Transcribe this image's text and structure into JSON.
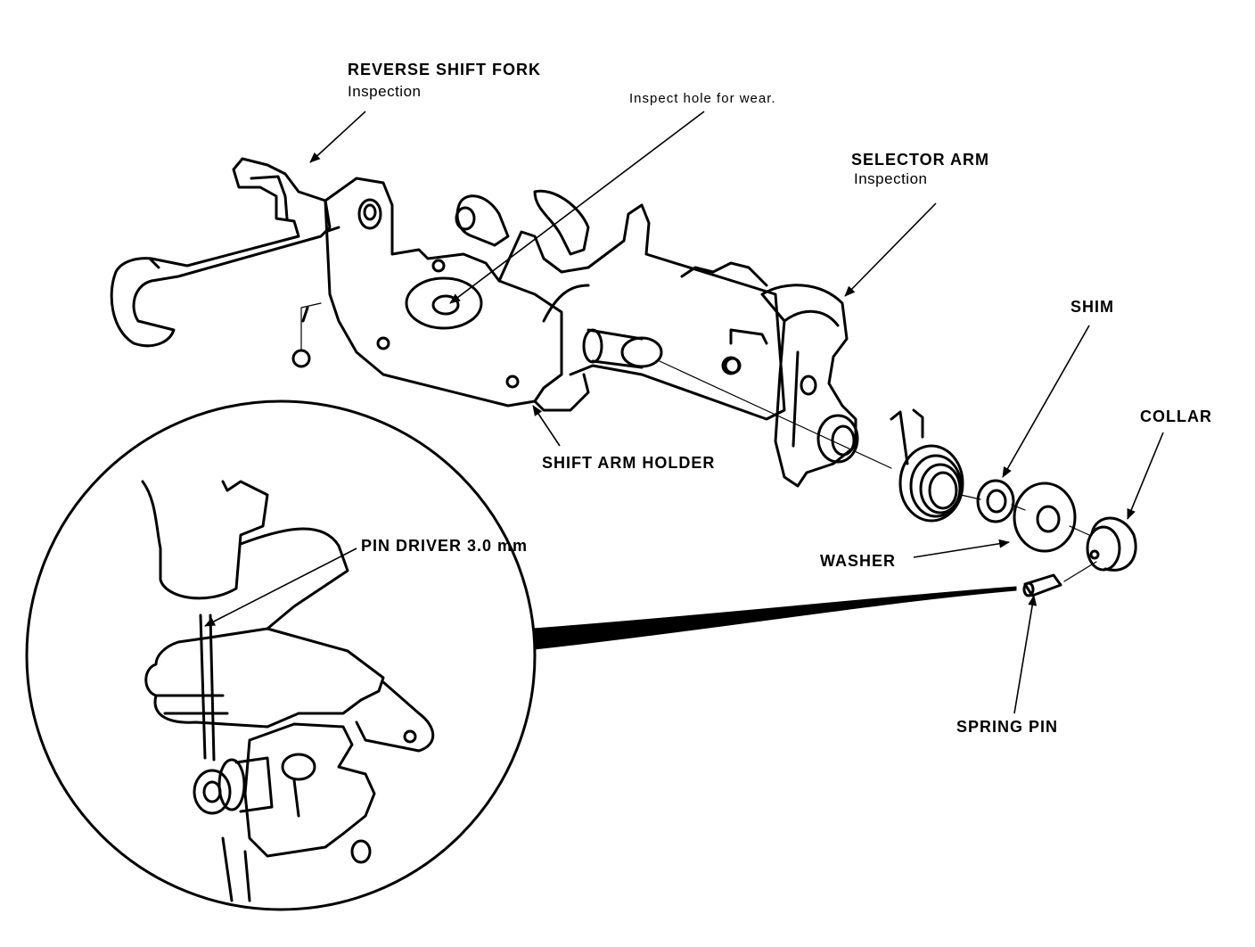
{
  "labels": {
    "reverse_shift_fork": "REVERSE SHIFT FORK",
    "reverse_shift_fork_note": "Inspection",
    "inspect_hole": "Inspect hole for wear.",
    "selector_arm": "SELECTOR ARM",
    "selector_arm_note": "Inspection",
    "shim": "SHIM",
    "collar": "COLLAR",
    "shift_arm_holder": "SHIFT ARM HOLDER",
    "pin_driver": "PIN DRIVER 3.0 mm",
    "washer": "WASHER",
    "spring_pin": "SPRING PIN"
  },
  "colors": {
    "ink": "#000000",
    "paper": "#ffffff"
  }
}
